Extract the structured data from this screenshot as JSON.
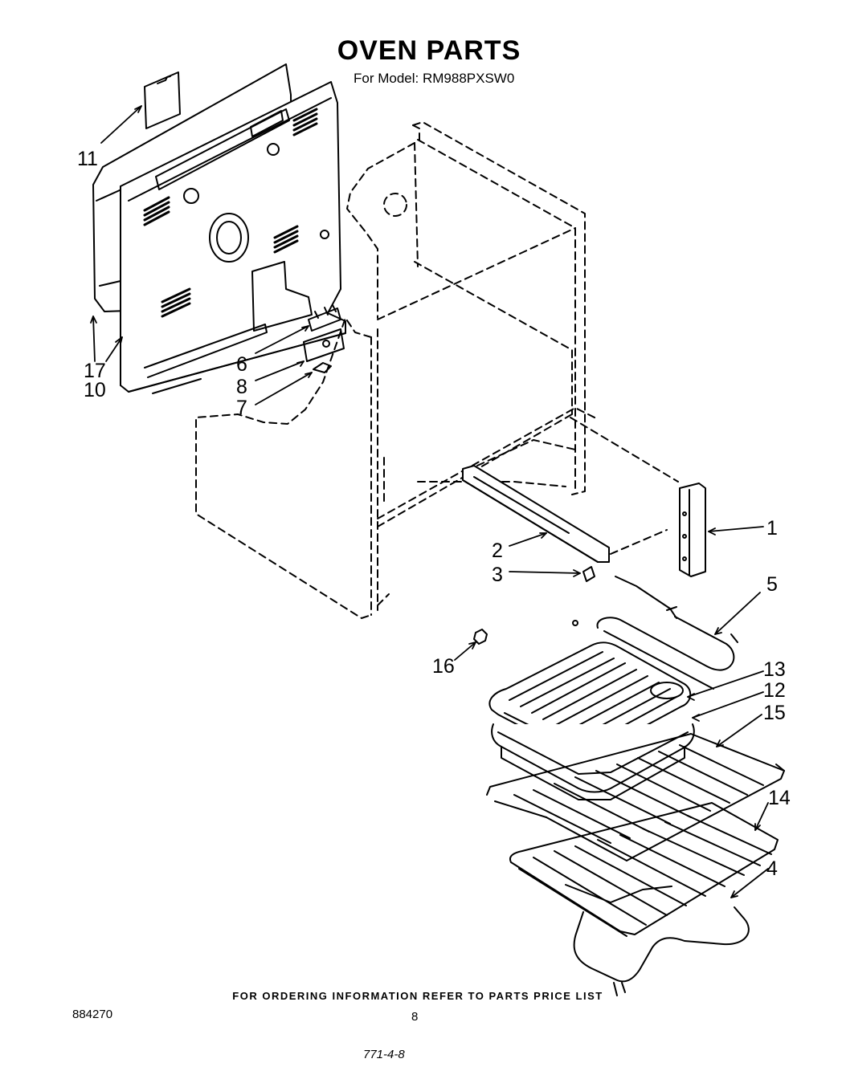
{
  "header": {
    "title": "OVEN PARTS",
    "subtitle": "For Model: RM988PXSW0"
  },
  "callouts": {
    "c1": "1",
    "c2": "2",
    "c3": "3",
    "c4": "4",
    "c5": "5",
    "c6": "6",
    "c7": "7",
    "c8": "8",
    "c10": "10",
    "c11": "11",
    "c12": "12",
    "c13": "13",
    "c14": "14",
    "c15": "15",
    "c16": "16",
    "c17": "17"
  },
  "footer": {
    "notice": "FOR ORDERING INFORMATION REFER TO PARTS PRICE LIST",
    "doc_number": "884270",
    "page_number": "8",
    "bottom_code": "771-4-8"
  }
}
